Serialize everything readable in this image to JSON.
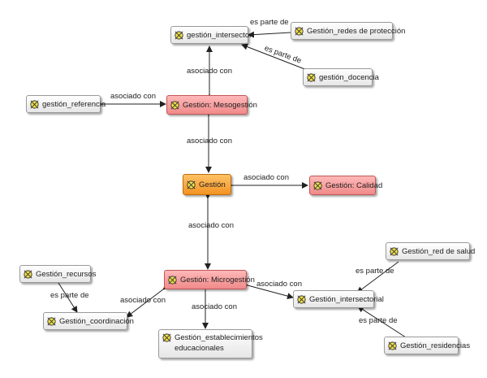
{
  "nodes": {
    "gestion_intersector": "gestión_intersector",
    "redes_proteccion": "Gestión_redes de protección",
    "gestion_docencia": "gestión_docencia",
    "gestion_referencia": "gestión_referencia",
    "mesogestion": "Gestión: Mesogestión",
    "gestion": "Gestión",
    "calidad": "Gestión: Calidad",
    "red_salud": "Gestión_red de salud",
    "recursos": "Gestión_recursos",
    "microgestion": "Gestión: Microgestión",
    "intersectorial": "Gestión_intersectorial",
    "coordinacion": "Gestión_coordinación",
    "establecimientos": "Gestión_establecimientos educacionales",
    "residencias": "Gestión_residencias"
  },
  "relations": {
    "es_parte_de": "es parte de",
    "asociado_con": "asociado con"
  },
  "colors": {
    "node_default": "#eeeeee",
    "node_red": "#f4a0a0",
    "node_orange": "#f5a030",
    "icon_yellow": "#f2e24a",
    "edge": "#222222"
  }
}
